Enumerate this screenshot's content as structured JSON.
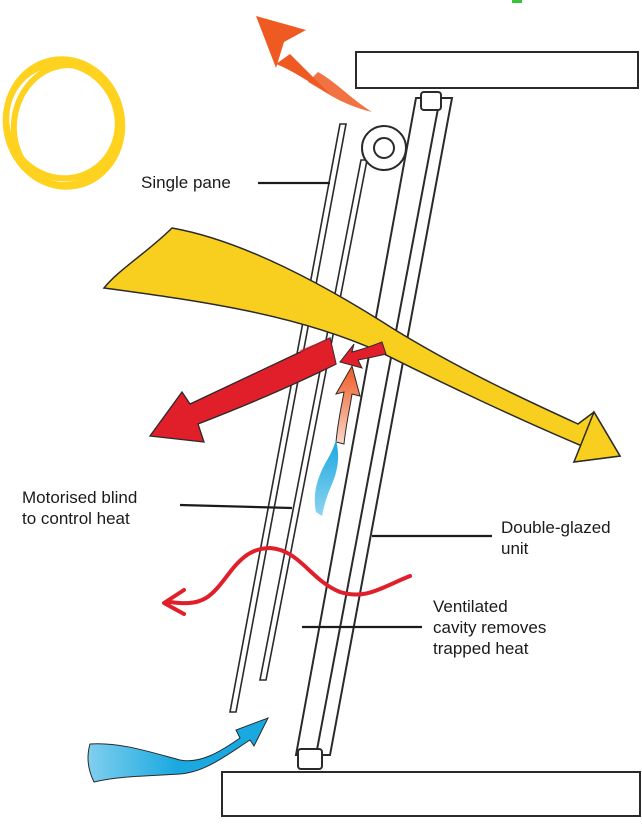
{
  "labels": {
    "single_pane": "Single pane",
    "blind": [
      "Motorised blind",
      "to control heat"
    ],
    "double_glazed": [
      "Double-glazed",
      "unit"
    ],
    "cavity": [
      "Ventilated",
      "cavity removes",
      "trapped heat"
    ]
  },
  "colors": {
    "sun": "#ffd21f",
    "sunbeam": "#f9cf1f",
    "heat_red": "#e01f2a",
    "warm_orange": "#ef5a22",
    "cool_blue": "#19a8e0",
    "outline": "#2a2a2a"
  }
}
